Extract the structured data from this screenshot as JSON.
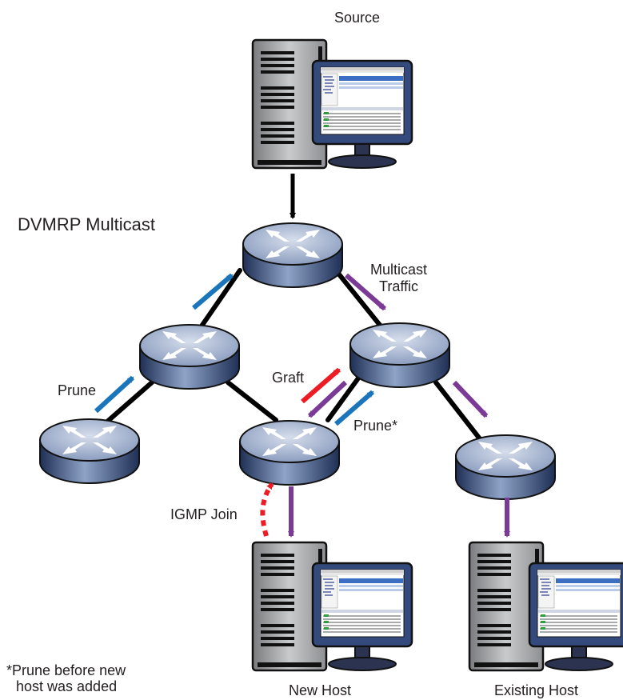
{
  "title": "DVMRP Multicast",
  "labels": {
    "source": "Source",
    "multicast_traffic_line1": "Multicast",
    "multicast_traffic_line2": "Traffic",
    "graft": "Graft",
    "prune_left": "Prune",
    "prune_star": "Prune*",
    "igmp_join": "IGMP Join",
    "new_host": "New Host",
    "existing_host": "Existing Host"
  },
  "footnote": {
    "line1": "*Prune before new",
    "line2": "host was added"
  },
  "colors": {
    "prune_arrow": "#1a75bb",
    "traffic_arrow": "#7b3a96",
    "graft_arrow": "#ed1c24",
    "link": "#000000",
    "router_top": "#9fb0cd",
    "router_side": "#2e4273"
  }
}
